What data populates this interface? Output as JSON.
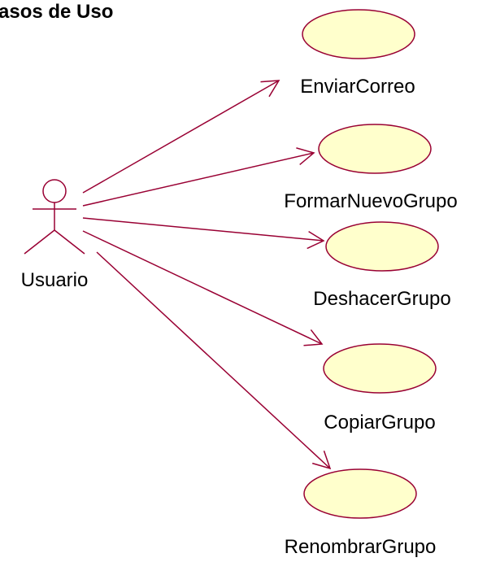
{
  "diagram": {
    "title": "asos de Uso",
    "actor": {
      "name": "Usuario"
    },
    "use_cases": [
      {
        "label": "EnviarCorreo"
      },
      {
        "label": "FormarNuevoGrupo"
      },
      {
        "label": "DeshacerGrupo"
      },
      {
        "label": "CopiarGrupo"
      },
      {
        "label": "RenombrarGrupo"
      }
    ],
    "colors": {
      "line": "#990033",
      "ellipse_fill": "#ffffcc",
      "text": "#000000"
    }
  }
}
